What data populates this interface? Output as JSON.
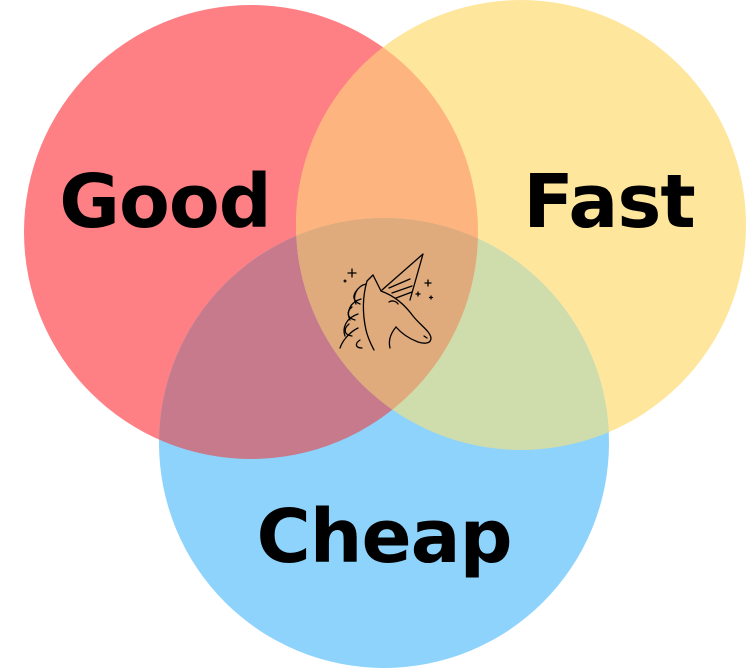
{
  "diagram": {
    "type": "venn",
    "sets": [
      {
        "id": "good",
        "label": "Good",
        "color": "#fe7f84"
      },
      {
        "id": "fast",
        "label": "Fast",
        "color": "#fee69d"
      },
      {
        "id": "cheap",
        "label": "Cheap",
        "color": "#8dd3fc"
      }
    ],
    "colors": {
      "good_fast": "#feb47e",
      "good_cheap": "#c67a8c",
      "fast_cheap": "#cfdcac",
      "center": "#dfab7c",
      "ink": "#000000"
    },
    "center_icon": "unicorn-icon"
  }
}
